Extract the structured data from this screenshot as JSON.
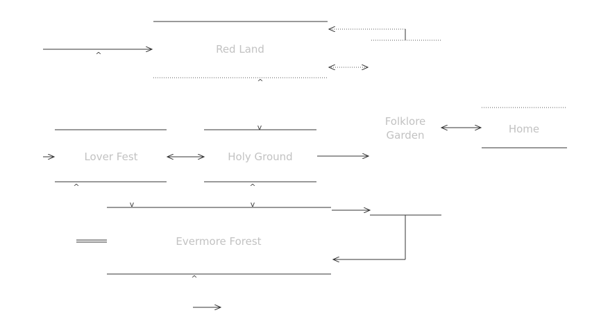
{
  "diagram": {
    "nodes": [
      {
        "id": "red-land",
        "label": "Red Land"
      },
      {
        "id": "lover-fest",
        "label": "Lover Fest"
      },
      {
        "id": "holy-ground",
        "label": "Holy Ground"
      },
      {
        "id": "folklore-garden",
        "label": "Folklore\nGarden"
      },
      {
        "id": "home",
        "label": "Home"
      },
      {
        "id": "evermore-forest",
        "label": "Evermore Forest"
      }
    ],
    "edges": [
      {
        "from": "left-entry",
        "to": "red-land",
        "type": "solid"
      },
      {
        "from": "right-entry",
        "to": "red-land",
        "type": "dotted"
      },
      {
        "from": "red-land",
        "to": "right-exit",
        "type": "dotted-bidirectional"
      },
      {
        "from": "left-entry",
        "to": "lover-fest",
        "type": "solid"
      },
      {
        "from": "lover-fest",
        "to": "holy-ground",
        "type": "bidirectional"
      },
      {
        "from": "holy-ground",
        "to": "folklore-garden",
        "type": "solid"
      },
      {
        "from": "folklore-garden",
        "to": "home",
        "type": "bidirectional"
      },
      {
        "from": "evermore-forest",
        "to": "right-exit",
        "type": "solid"
      },
      {
        "from": "right-entry",
        "to": "evermore-forest",
        "type": "solid"
      }
    ]
  },
  "colors": {
    "label": "#c2c2c2",
    "line": "#333333"
  }
}
